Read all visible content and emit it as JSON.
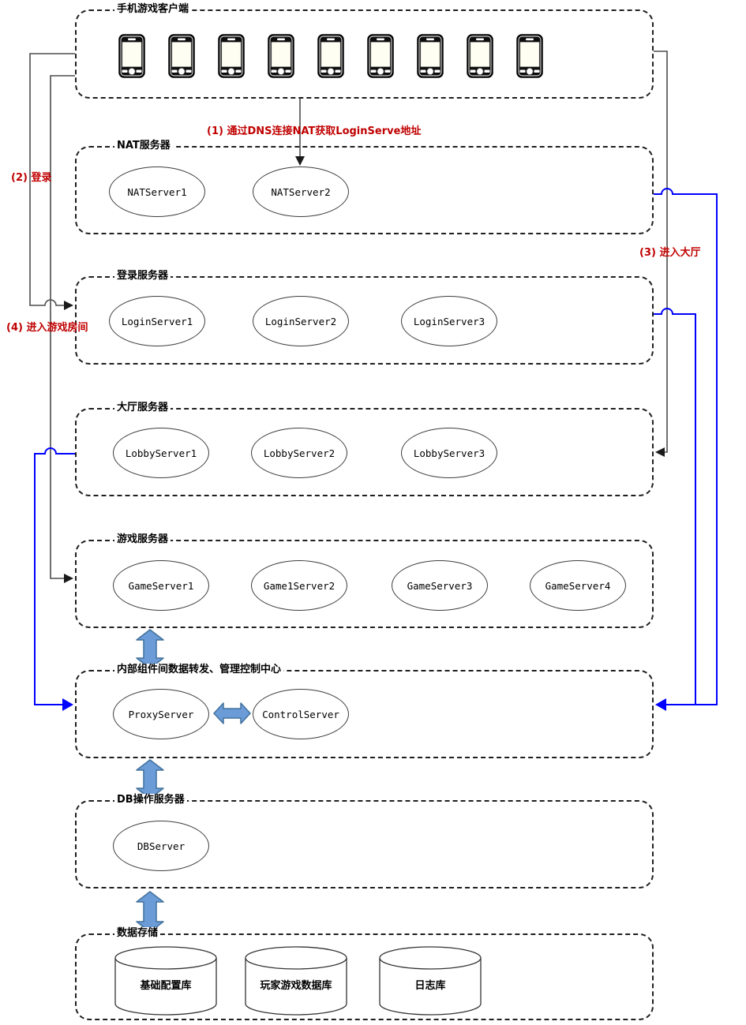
{
  "layers": {
    "client": {
      "title": "手机游戏客户端",
      "phone_count": 9
    },
    "nat": {
      "title": "NAT服务器",
      "nodes": [
        "NATServer1",
        "NATServer2"
      ]
    },
    "login": {
      "title": "登录服务器",
      "nodes": [
        "LoginServer1",
        "LoginServer2",
        "LoginServer3"
      ]
    },
    "lobby": {
      "title": "大厅服务器",
      "nodes": [
        "LobbyServer1",
        "LobbyServer2",
        "LobbyServer3"
      ]
    },
    "game": {
      "title": "游戏服务器",
      "nodes": [
        "GameServer1",
        "Game1Server2",
        "GameServer3",
        "GameServer4"
      ]
    },
    "control": {
      "title": "内部组件间数据转发、管理控制中心",
      "nodes": [
        "ProxyServer",
        "ControlServer"
      ]
    },
    "db": {
      "title": "DB操作服务器",
      "nodes": [
        "DBServer"
      ]
    },
    "storage": {
      "title": "数据存储",
      "databases": [
        "基础配置库",
        "玩家游戏数据库",
        "日志库"
      ]
    }
  },
  "annotations": {
    "step1": "(1) 通过DNS连接NAT获取LoginServe地址",
    "step2": "(2) 登录",
    "step3": "(3) 进入大厅",
    "step4": "(4) 进入游戏房间"
  },
  "colors": {
    "annotation_red": "#C00000",
    "flow_blue": "#0000FF",
    "line_dark": "#4D4D4D",
    "thick_arrow_fill": "#6C9CD8",
    "thick_arrow_border": "#41719C"
  }
}
